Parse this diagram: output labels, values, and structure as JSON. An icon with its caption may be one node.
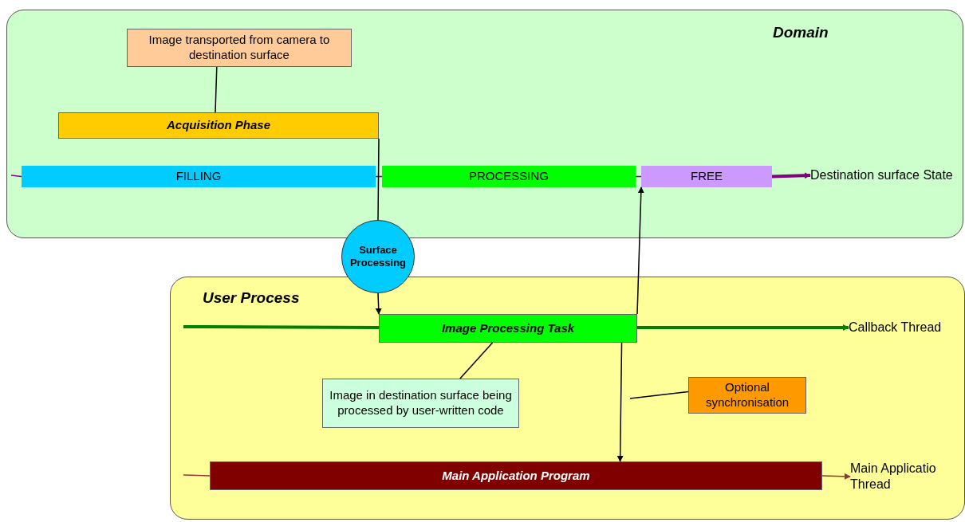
{
  "diagram": {
    "nodes": [
      {
        "text": [
          "Domain"
        ]
      },
      {
        "text": [
          "Image transported from camera to destination surface"
        ],
        "in": 0
      },
      {
        "text": [
          "Acquisition Phase"
        ],
        "in": 0
      },
      {
        "text": [
          "FILLING"
        ],
        "in": 0
      },
      {
        "text": [
          "PROCESSING"
        ],
        "in": 0
      },
      {
        "text": [
          "FREE"
        ],
        "in": 0
      },
      {
        "text": [
          "Destination surface State"
        ],
        "in": 0
      },
      {
        "text": [
          "Surface Processing"
        ]
      },
      {
        "text": [
          "User Process"
        ]
      },
      {
        "text": [
          "Image Processing Task"
        ],
        "in": 8
      },
      {
        "text": [
          "Callback Thread"
        ],
        "in": 8
      },
      {
        "text": [
          "Image in destination surface being processed by user-written code"
        ],
        "in": 8
      },
      {
        "text": [
          "Optional synchronisation"
        ],
        "in": 8
      },
      {
        "text": [
          "Main Application Program"
        ],
        "in": 8
      },
      {
        "text": [
          "Main Applicatio Thread"
        ],
        "in": 8
      }
    ],
    "edges": [
      {
        "from": 1,
        "to": 2,
        "arrow": "none"
      },
      {
        "from": null,
        "to": 3,
        "arrow": "none",
        "color": "#800080"
      },
      {
        "from": 3,
        "to": 4,
        "arrow": "none",
        "color": "#800080"
      },
      {
        "from": 4,
        "to": 5,
        "arrow": "none",
        "color": "#800080"
      },
      {
        "from": 5,
        "to": 6,
        "arrow": "to",
        "style": "thick",
        "color": "#800080"
      },
      {
        "from": 2,
        "to": 7,
        "arrow": "none"
      },
      {
        "from": 7,
        "to": 9,
        "arrow": "to"
      },
      {
        "from": 9,
        "to": 5,
        "arrow": "to"
      },
      {
        "from": null,
        "to": 9,
        "arrow": "none",
        "style": "thick",
        "color": "#008000"
      },
      {
        "from": 9,
        "to": 10,
        "arrow": "to",
        "style": "thick",
        "color": "#008000"
      },
      {
        "from": 11,
        "to": 9,
        "arrow": "none"
      },
      {
        "from": 9,
        "to": 13,
        "arrow": "to"
      },
      {
        "from": 12,
        "to": null,
        "arrow": "none"
      },
      {
        "from": null,
        "to": 13,
        "arrow": "none",
        "color": "#993333"
      },
      {
        "from": 13,
        "to": 14,
        "arrow": "to",
        "color": "#993333"
      }
    ]
  }
}
